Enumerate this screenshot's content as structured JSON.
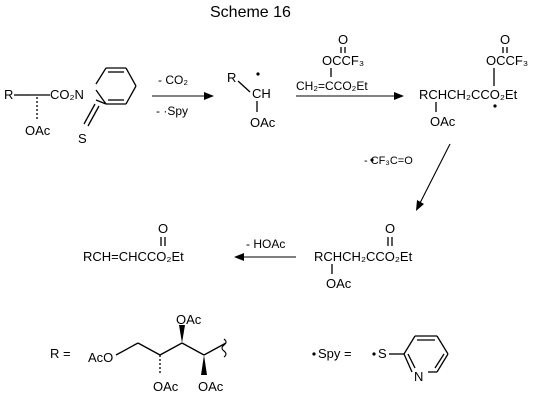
{
  "title": "Scheme 16",
  "start": {
    "r": "R",
    "co2n": "CO₂N",
    "oac": "OAc",
    "s": "S"
  },
  "arrow1": {
    "top": "- CO₂",
    "bottom": "- ·Spy"
  },
  "radical": {
    "r": "R",
    "ch": "CH",
    "oac": "OAc"
  },
  "reagent": {
    "o": "O",
    "ocf3": "OCCF₃",
    "alkene": "CH₂=CCO₂Et"
  },
  "adduct": {
    "main": "RCHCH₂CCO₂Et",
    "oac": "OAc",
    "o": "O",
    "ocf3": "OCCF₃"
  },
  "arrow3": {
    "label": "- CF₃C=O"
  },
  "ketone": {
    "main": "RCHCH₂CCO₂Et",
    "o": "O",
    "oac": "OAc"
  },
  "arrow4": {
    "label": "- HOAc"
  },
  "product": {
    "main": "RCH=CHCCO₂Et",
    "o": "O"
  },
  "r_def": {
    "label": "R =",
    "aco": "AcO",
    "oac_top": "OAc",
    "oac_b1": "OAc",
    "oac_b2": "OAc"
  },
  "spy_def": {
    "label": "Spy =",
    "s": "S",
    "n": "N"
  }
}
